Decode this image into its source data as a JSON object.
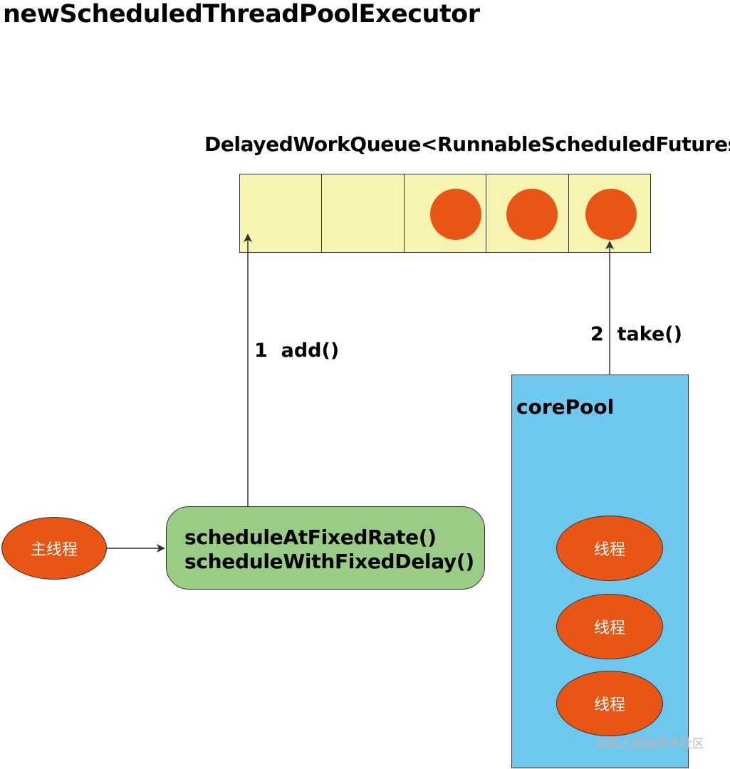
{
  "title": "newScheduledThreadPoolExecutor",
  "queue": {
    "label": "DelayedWorkQueue<RunnableScheduledFutures>",
    "slots": [
      false,
      false,
      true,
      true,
      true
    ]
  },
  "steps": {
    "add": {
      "number": "1",
      "label": "add()"
    },
    "take": {
      "number": "2",
      "label": "take()"
    }
  },
  "main_thread": {
    "label": "主线程"
  },
  "schedule_box": {
    "line1": "scheduleAtFixedRate()",
    "line2": "scheduleWithFixedDelay()"
  },
  "core_pool": {
    "label": "corePool",
    "workers": [
      "线程",
      "线程",
      "线程"
    ]
  },
  "watermark": "@稀土掘金技术社区",
  "colors": {
    "queue_slot": "#f6f4b0",
    "task": "#e95514",
    "thread": "#e95514",
    "schedule_box": "#99cc85",
    "core_pool": "#6ec8ee"
  }
}
